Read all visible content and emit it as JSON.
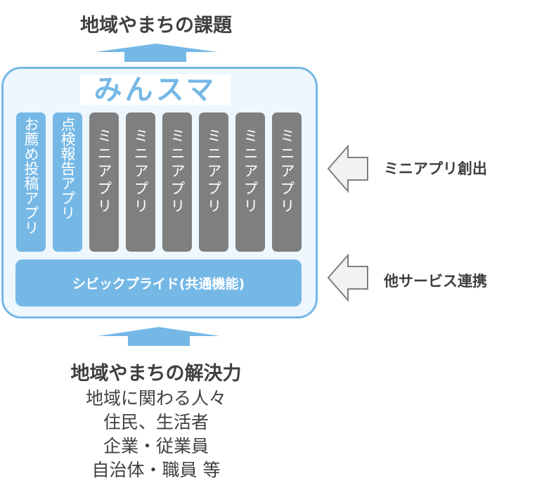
{
  "diagram": {
    "top_title": "地域やまちの課題",
    "platform_name": "みんスマ",
    "apps": [
      {
        "label": "お薦め投稿アプリ",
        "kind": "existing"
      },
      {
        "label": "点検報告アプリ",
        "kind": "existing"
      },
      {
        "label": "ミニアプリ",
        "kind": "mini"
      },
      {
        "label": "ミニアプリ",
        "kind": "mini"
      },
      {
        "label": "ミニアプリ",
        "kind": "mini"
      },
      {
        "label": "ミニアプリ",
        "kind": "mini"
      },
      {
        "label": "ミニアプリ",
        "kind": "mini"
      },
      {
        "label": "ミニアプリ",
        "kind": "mini"
      }
    ],
    "common_layer": "シビックプライド(共通機能)",
    "side_inputs": [
      {
        "label": "ミニアプリ創出",
        "icon": "arrow-left-icon"
      },
      {
        "label": "他サービス連携",
        "icon": "arrow-left-icon"
      }
    ],
    "bottom_title": "地域やまちの解決力",
    "bottom_lines": [
      "地域に関わる人々",
      "住民、生活者",
      "企業・従業員",
      "自治体・職員 等"
    ],
    "colors": {
      "accent_blue": "#75b8e6",
      "box_bg": "#eef7fe",
      "mini_app_gray": "#7f7f7f",
      "side_arrow_fill": "#f2f2f2",
      "side_arrow_stroke": "#7f7f7f",
      "text_dark": "#3f3f3f"
    }
  }
}
